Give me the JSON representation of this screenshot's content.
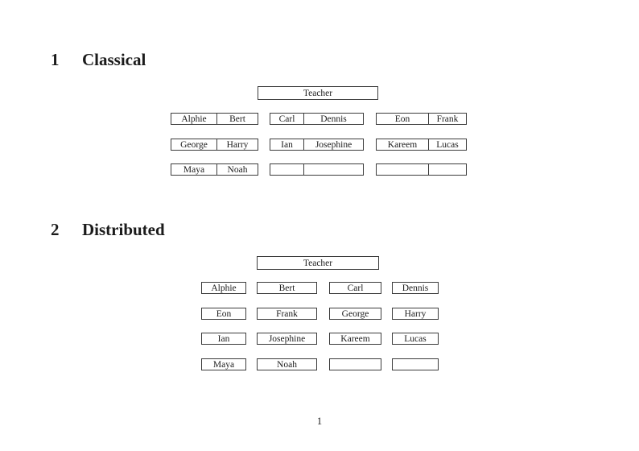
{
  "colors": {
    "background": "#ffffff",
    "text": "#1b1b1b",
    "box_border": "#3c3c3c"
  },
  "document": {
    "page_number": "1"
  },
  "section1": {
    "number": "1",
    "title": "Classical",
    "teacher": "Teacher",
    "groups": [
      {
        "rows": [
          [
            "Alphie",
            "Bert"
          ],
          [
            "George",
            "Harry"
          ],
          [
            "Maya",
            "Noah"
          ]
        ]
      },
      {
        "rows": [
          [
            "Carl",
            "Dennis"
          ],
          [
            "Ian",
            "Josephine"
          ],
          [
            "",
            ""
          ]
        ]
      },
      {
        "rows": [
          [
            "Eon",
            "Frank"
          ],
          [
            "Kareem",
            "Lucas"
          ],
          [
            "",
            ""
          ]
        ]
      }
    ]
  },
  "section2": {
    "number": "2",
    "title": "Distributed",
    "teacher": "Teacher",
    "grid": [
      [
        "Alphie",
        "Bert",
        "Carl",
        "Dennis"
      ],
      [
        "Eon",
        "Frank",
        "George",
        "Harry"
      ],
      [
        "Ian",
        "Josephine",
        "Kareem",
        "Lucas"
      ],
      [
        "Maya",
        "Noah",
        "",
        ""
      ]
    ]
  }
}
